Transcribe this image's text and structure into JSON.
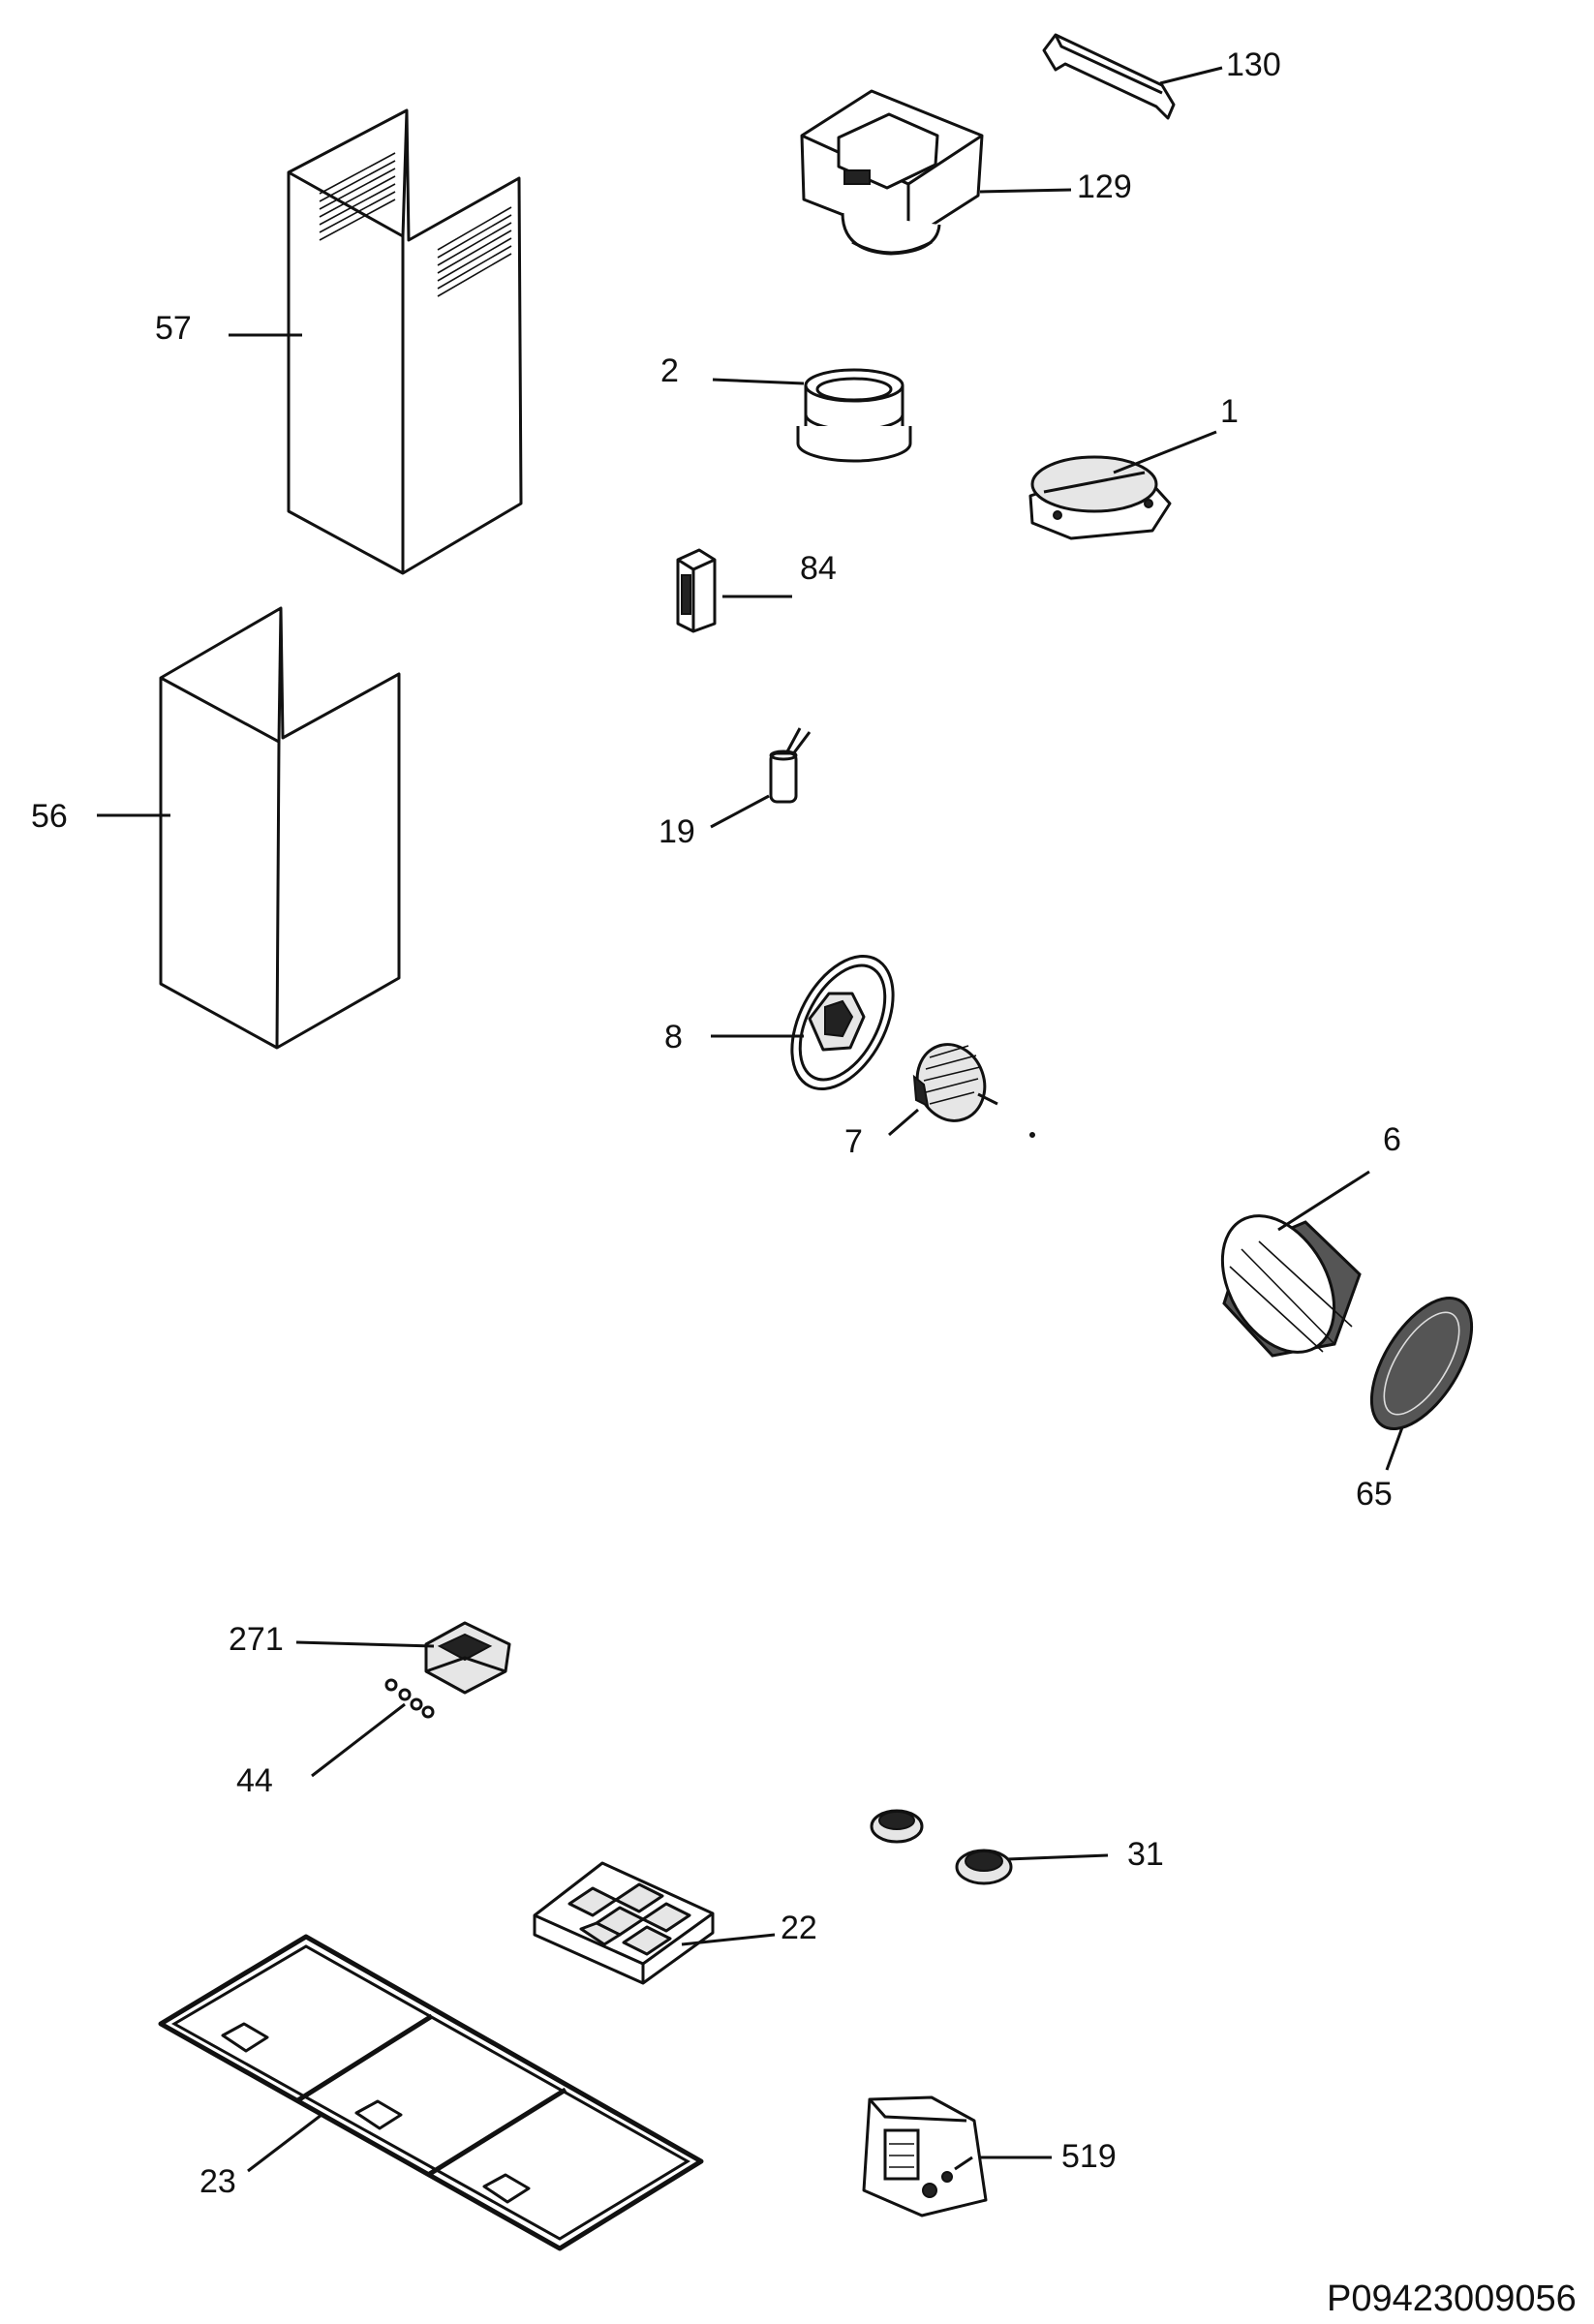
{
  "drawing_code": "P09423009056",
  "callouts": {
    "p130": "130",
    "p129": "129",
    "p57": "57",
    "p2": "2",
    "p1": "1",
    "p84": "84",
    "p19": "19",
    "p56": "56",
    "p8": "8",
    "p7": "7",
    "p6": "6",
    "p65": "65",
    "p271": "271",
    "p44": "44",
    "p31": "31",
    "p22": "22",
    "p23": "23",
    "p519": "519"
  }
}
